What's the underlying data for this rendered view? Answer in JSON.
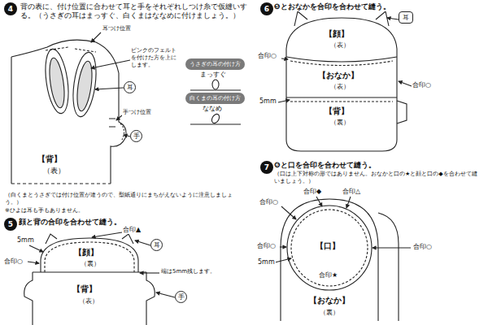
{
  "diagram": {
    "nodes": [
      {
        "text": [
          "4"
        ]
      },
      {
        "text": [
          "耳"
        ]
      },
      {
        "text": [
          "手"
        ]
      },
      {
        "text": [
          "うさぎの耳の付け方"
        ]
      },
      {
        "text": [
          "白くまの耳の付け方"
        ]
      },
      {
        "text": [
          "5"
        ]
      },
      {
        "text": [
          "耳"
        ]
      },
      {
        "text": [
          "手"
        ]
      },
      {
        "text": [
          "6"
        ]
      },
      {
        "text": [
          "耳"
        ]
      },
      {
        "text": [
          "7"
        ]
      }
    ],
    "labels": [
      "背の表に、付け位置に合わせて耳と手をそれぞれしつけ糸で仮縫いする。（うさぎの耳はまっすぐ、白くまはななめに付けましょう。）",
      "耳つけ位置",
      "ピンクのフェルトを付けた方を上にします。",
      "手つけ位置",
      "【背】",
      "（表）",
      "まっすぐ",
      "ななめ",
      "（白くまとうさぎでは付け位置が違うので、型紙通りにまちがえないように注意しましょう。）",
      "※ひよは耳も手もありません。",
      "顔と背の合印を合わせて縫う。",
      "合印▲",
      "5mm",
      "合印○",
      "【顔】",
      "（裏）",
      "端は5mm残します。",
      "【背】",
      "（表）",
      "❺とおなかを合印を合わせて縫う。",
      "【顔】",
      "（表）",
      "合印○",
      "【おなか】",
      "（表）",
      "【背】",
      "（裏）",
      "5mm",
      "合印○",
      "❻と口を合印を合わせて縫う。",
      "（口は上下対称の形ではありません。おなかと口の★と顔と口の◆を合わせて縫いましょう。）",
      "合印◆",
      "合印○",
      "合印△",
      "合印○",
      "5mm",
      "【口】",
      "合印○",
      "合印★",
      "【おなか】",
      "（裏）"
    ]
  }
}
